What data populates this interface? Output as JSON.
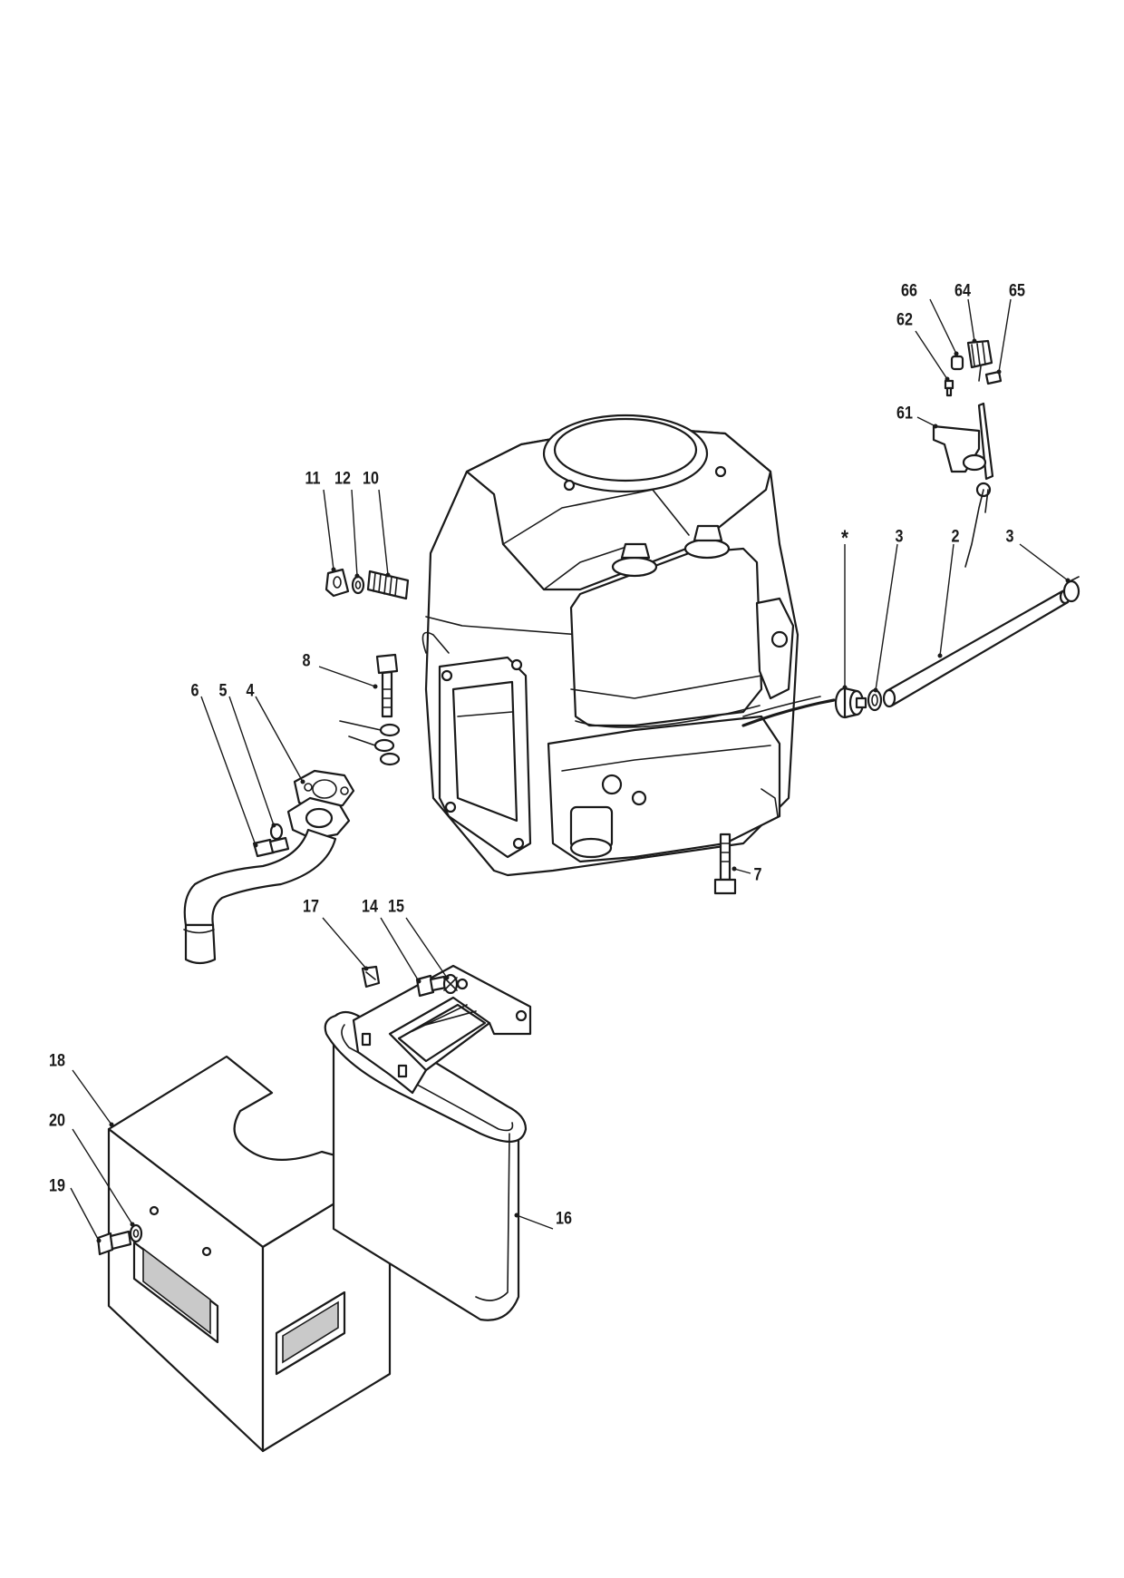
{
  "callouts": [
    {
      "id": "66",
      "text": "66"
    },
    {
      "id": "64",
      "text": "64"
    },
    {
      "id": "65",
      "text": "65"
    },
    {
      "id": "62",
      "text": "62"
    },
    {
      "id": "61",
      "text": "61"
    },
    {
      "id": "11",
      "text": "11"
    },
    {
      "id": "12",
      "text": "12"
    },
    {
      "id": "10",
      "text": "10"
    },
    {
      "id": "star",
      "text": "*"
    },
    {
      "id": "3a",
      "text": "3"
    },
    {
      "id": "2",
      "text": "2"
    },
    {
      "id": "3b",
      "text": "3"
    },
    {
      "id": "8",
      "text": "8"
    },
    {
      "id": "6",
      "text": "6"
    },
    {
      "id": "5",
      "text": "5"
    },
    {
      "id": "4",
      "text": "4"
    },
    {
      "id": "7",
      "text": "7"
    },
    {
      "id": "17",
      "text": "17"
    },
    {
      "id": "14",
      "text": "14"
    },
    {
      "id": "15",
      "text": "15"
    },
    {
      "id": "18",
      "text": "18"
    },
    {
      "id": "20",
      "text": "20"
    },
    {
      "id": "19",
      "text": "19"
    },
    {
      "id": "16",
      "text": "16"
    }
  ],
  "colors": {
    "ink": "#1a1a1a",
    "paper": "#ffffff",
    "shade": "#c9c9c9"
  }
}
